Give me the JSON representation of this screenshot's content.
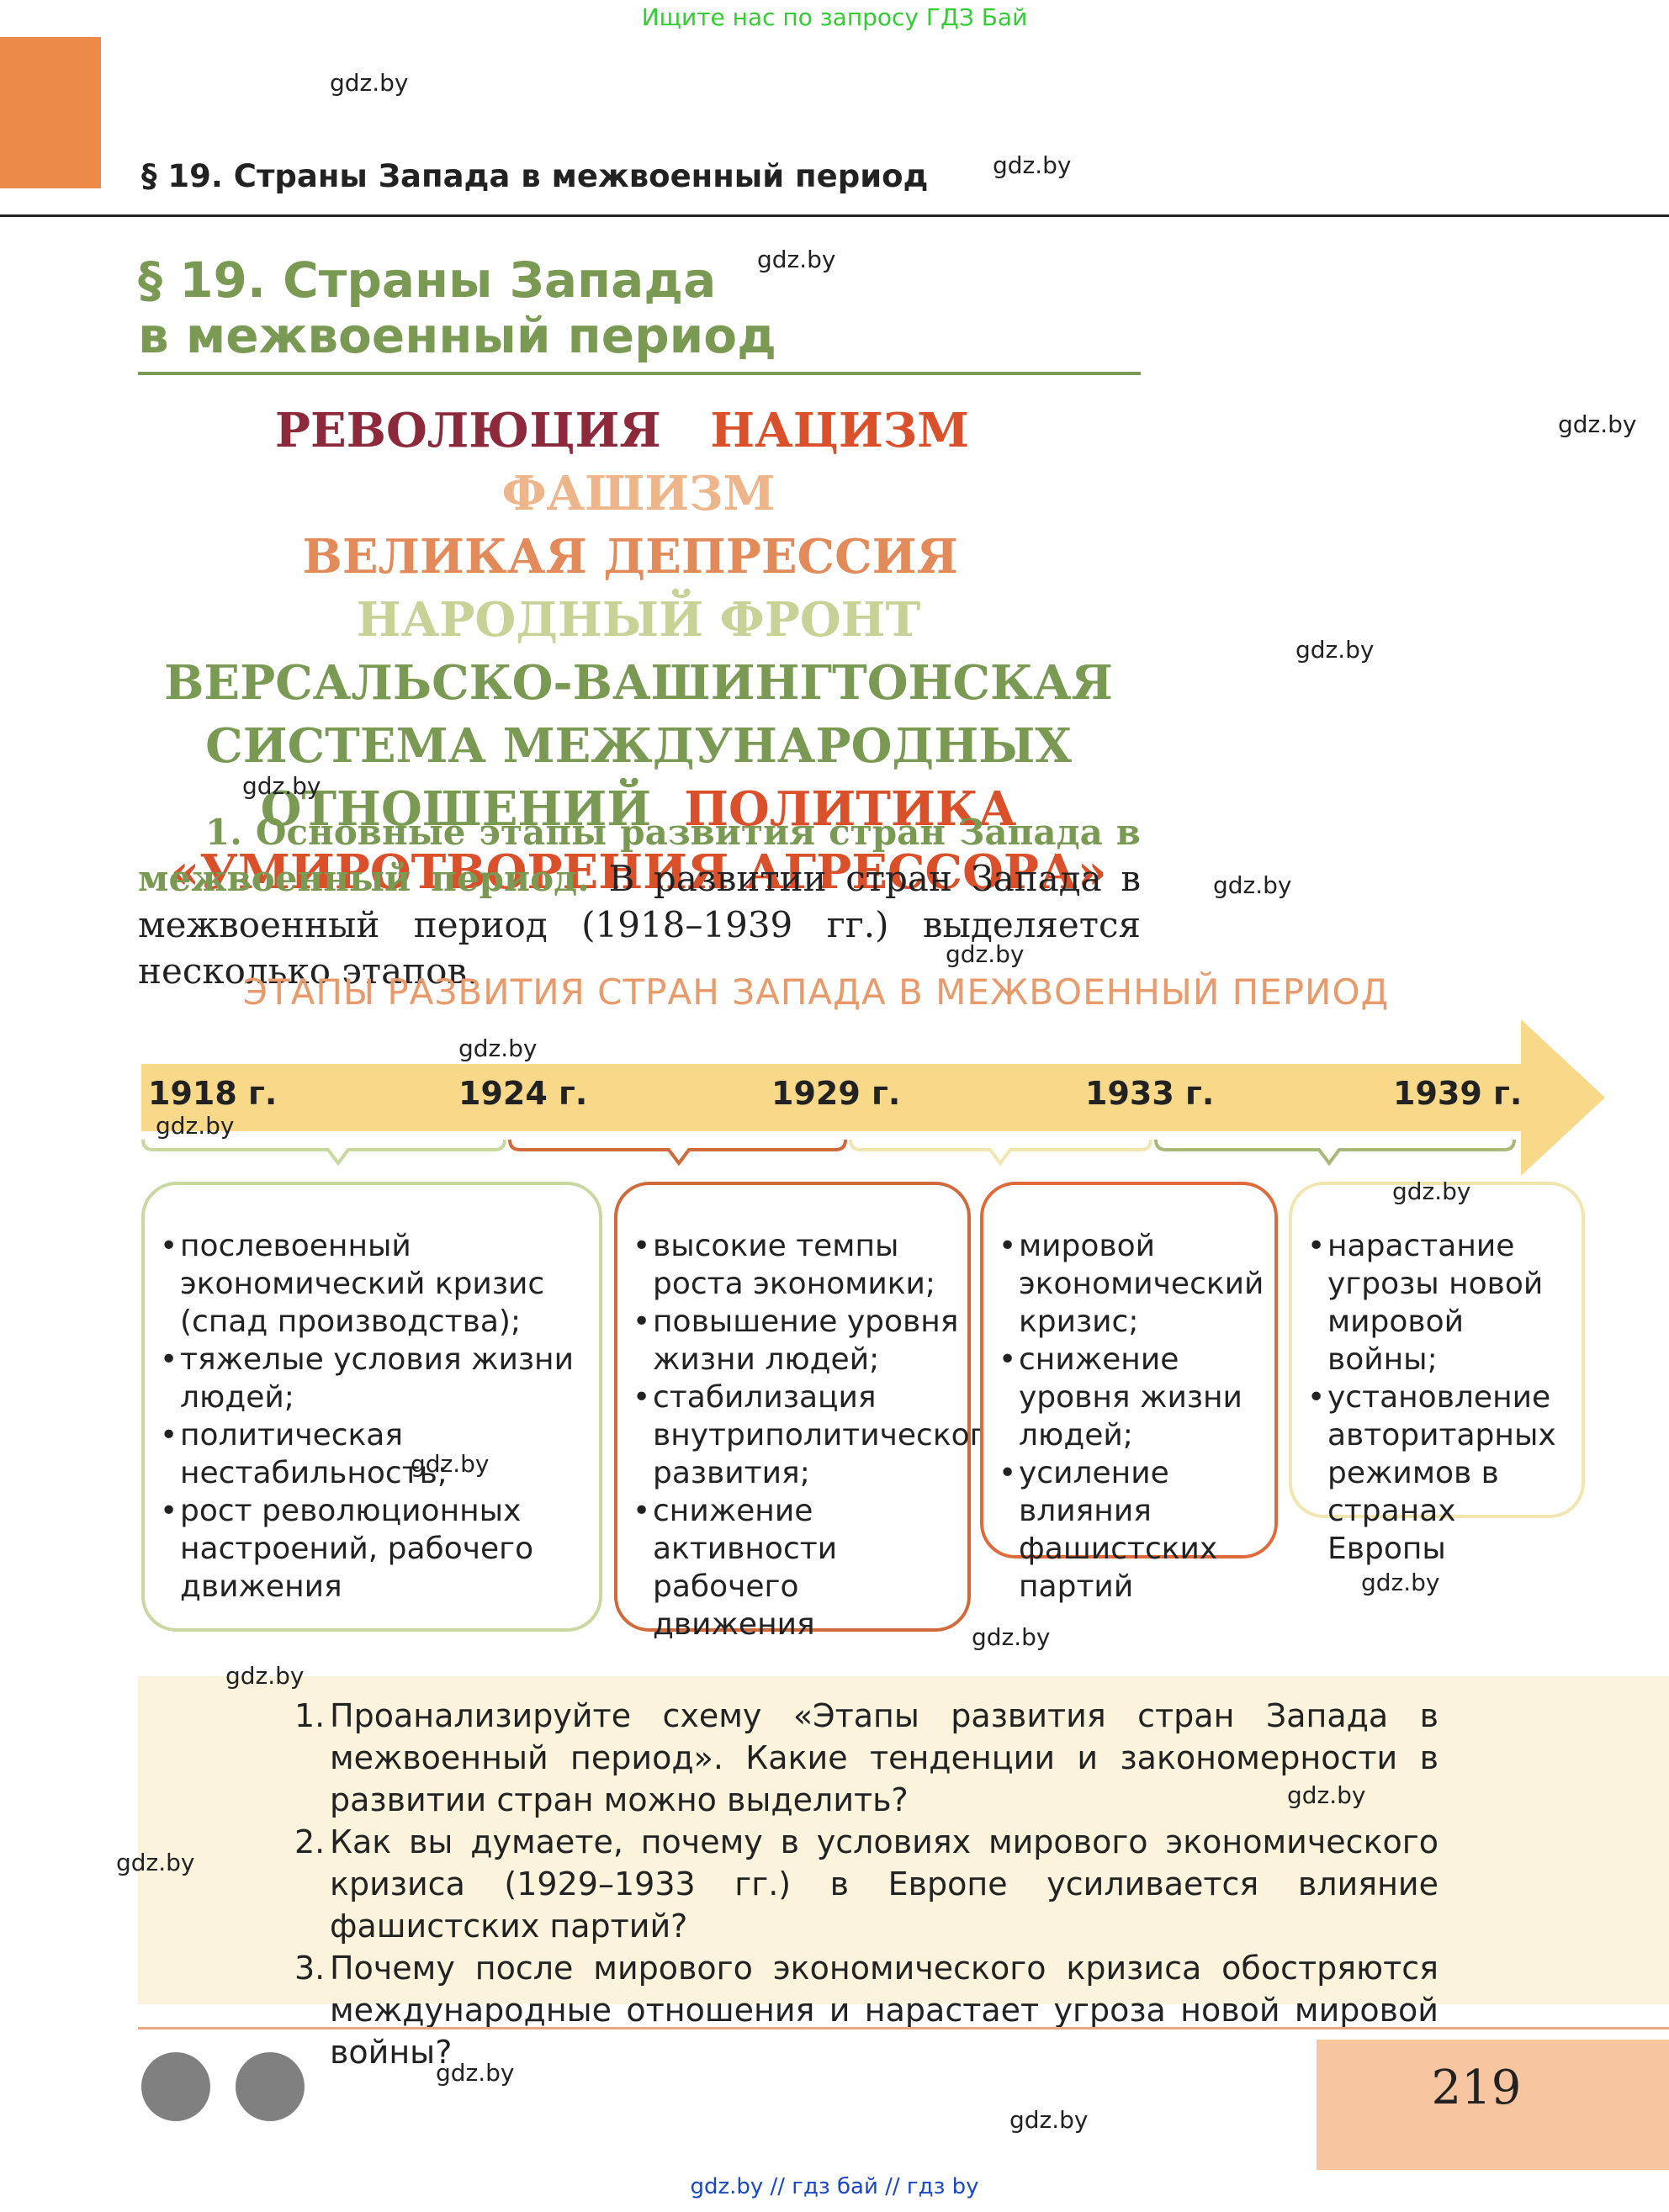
{
  "top_banner": "Ищите нас по запросу ГДЗ Бай",
  "watermark": "gdz.by",
  "running_header": "§ 19. Страны Запада в межвоенный период",
  "title": {
    "line1": "§ 19. Страны Запада",
    "line2": "в межвоенный период"
  },
  "keywords": {
    "revolution": "РЕВОЛЮЦИЯ",
    "nazism": "НАЦИЗМ",
    "fascism": "ФАШИЗМ",
    "depression": "ВЕЛИКАЯ ДЕПРЕССИЯ",
    "popular_front": "НАРОДНЫЙ ФРОНТ",
    "versailles_1": "ВЕРСАЛЬСКО-ВАШИНГТОНСКАЯ",
    "versailles_2": "СИСТЕМА МЕЖДУНАРОДНЫХ",
    "versailles_3": "ОТНОШЕНИЙ",
    "policy": "ПОЛИТИКА",
    "appeasement": "«УМИРОТВОРЕНИЯ АГРЕССОРА»"
  },
  "paragraph": {
    "lead": "1. Основные этапы развития стран Запада в межвоенный период.",
    "body": "В развитии стран Запада в межвоенный период (1918–1939 гг.) выделяется несколько этапов."
  },
  "scheme": {
    "title": "ЭТАПЫ РАЗВИТИЯ СТРАН ЗАПАДА В МЕЖВОЕННЫЙ ПЕРИОД",
    "years": [
      "1918 г.",
      "1924 г.",
      "1929 г.",
      "1933 г.",
      "1939 г."
    ],
    "colors": {
      "arrow": "#f8d98a",
      "stage1": "#c8d8a0",
      "stage2": "#d06a3a",
      "stage3": "#e06a3a",
      "stage4": "#f2e6b0"
    },
    "stages": [
      {
        "items": [
          "послевоенный экономический кризис (спад производства);",
          "тяжелые условия жизни людей;",
          "политическая нестабильность;",
          "рост революционных настроений, рабочего движения"
        ]
      },
      {
        "items": [
          "высокие темпы роста экономики;",
          "повышение уровня жизни людей;",
          "стабилизация внутриполитического развития;",
          "снижение активности рабочего движения"
        ]
      },
      {
        "items": [
          "мировой экономический кризис;",
          "снижение уровня жизни людей;",
          "усиление влияния фашистских партий"
        ]
      },
      {
        "items": [
          "нарастание угрозы новой мировой войны;",
          "установление авторитарных режимов в странах Европы"
        ]
      }
    ]
  },
  "questions": [
    {
      "num": "1.",
      "text": "Проанализируйте схему «Этапы развития стран Запада в межвоенный период». Какие тенденции и закономерности в развитии стран можно выделить?"
    },
    {
      "num": "2.",
      "text": "Как вы думаете, почему в условиях мирового экономического кризиса (1929–1933 гг.) в Европе усиливается влияние фашистских партий?"
    },
    {
      "num": "3.",
      "text": "Почему после мирового экономического кризиса обостряются международные отношения и нарастает угроза новой мировой войны?"
    }
  ],
  "page_number": "219",
  "bottom_links": "gdz.by  //  гдз бай  //  гдз by"
}
